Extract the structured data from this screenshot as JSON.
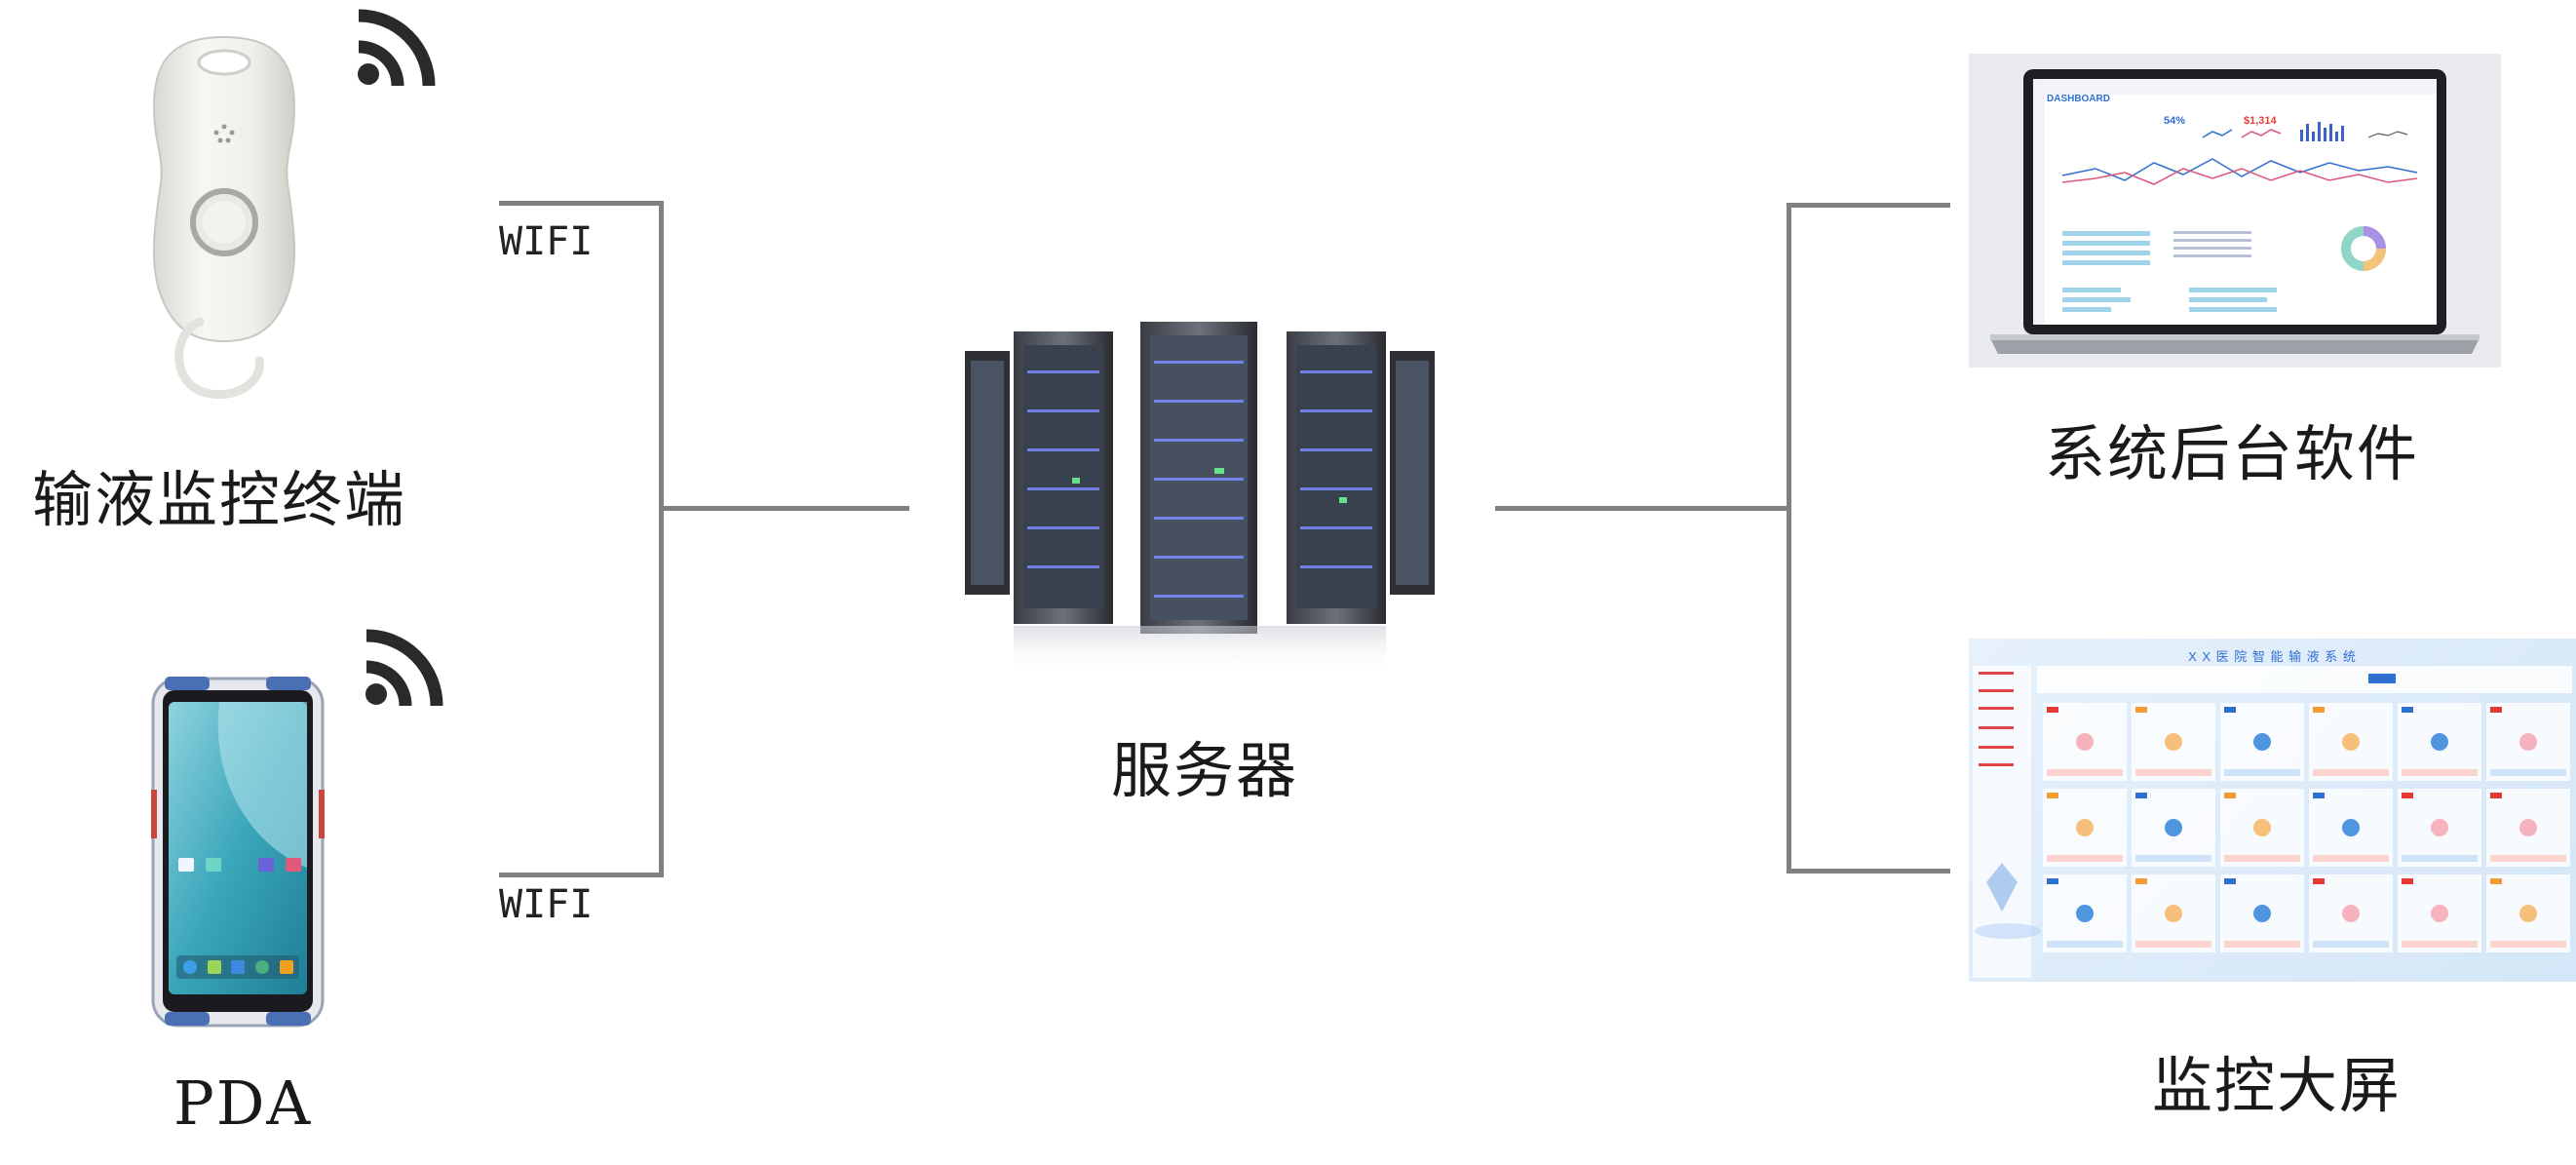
{
  "nodes": {
    "terminal": {
      "label": "输液监控终端"
    },
    "pda": {
      "label": "PDA"
    },
    "server": {
      "label": "服务器"
    },
    "backend": {
      "label": "系统后台软件"
    },
    "screen": {
      "label": "监控大屏"
    }
  },
  "links": {
    "top_wifi": "WIFI",
    "bottom_wifi": "WIFI"
  },
  "dashboard": {
    "title": "DASHBOARD",
    "value1": "54%",
    "value2": "$1,314"
  },
  "monitor": {
    "title": "X X 医 院 智 能 输 液 系 统"
  },
  "colors": {
    "line": "#808080",
    "wifi": "#2a2a2a",
    "dashboard_accent": "#2f6fd1",
    "monitor_bg": "#dceaf8",
    "monitor_title": "#2f6fd1"
  }
}
